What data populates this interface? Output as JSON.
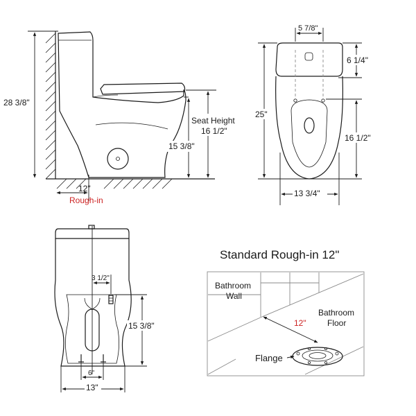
{
  "side_view": {
    "height_total": "28 3/8\"",
    "seat_height_label": "Seat Height",
    "seat_height_value": "16 1/2\"",
    "lower_height": "15 3/8\"",
    "rough_in_value": "12\"",
    "rough_in_label": "Rough-in"
  },
  "top_view": {
    "width_top": "5 7/8\"",
    "tank_depth": "6 1/4\"",
    "length": "25\"",
    "bowl_length": "16 1/2\"",
    "width": "13 3/4\""
  },
  "front_view": {
    "supply_offset": "3 1/2\"",
    "height": "15 3/8\"",
    "bolt_spacing": "6\"",
    "width": "13\""
  },
  "rough_in_diagram": {
    "title": "Standard Rough-in 12\"",
    "wall_label_1": "Bathroom",
    "wall_label_2": "Wall",
    "floor_label_1": "Bathroom",
    "floor_label_2": "Floor",
    "distance": "12\"",
    "flange_label": "Flange"
  },
  "colors": {
    "accent_red": "#cc2222",
    "line": "#1a1a1a"
  }
}
